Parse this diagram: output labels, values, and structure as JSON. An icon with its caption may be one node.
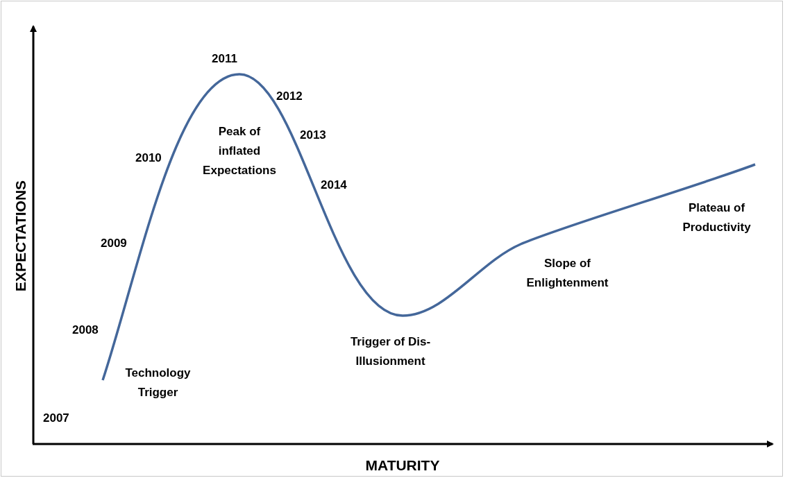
{
  "diagram": {
    "labels": [
      "2011",
      "2012",
      "Peak of inflated Expectations",
      "2013",
      "2010",
      "2014",
      "Plateau of Productivity",
      "EXPECTATIONS",
      "2009",
      "Slope of Enlightenment",
      "2008",
      "Trigger of Dis-Illusionment",
      "Technology Trigger",
      "2007",
      "MATURITY"
    ]
  }
}
